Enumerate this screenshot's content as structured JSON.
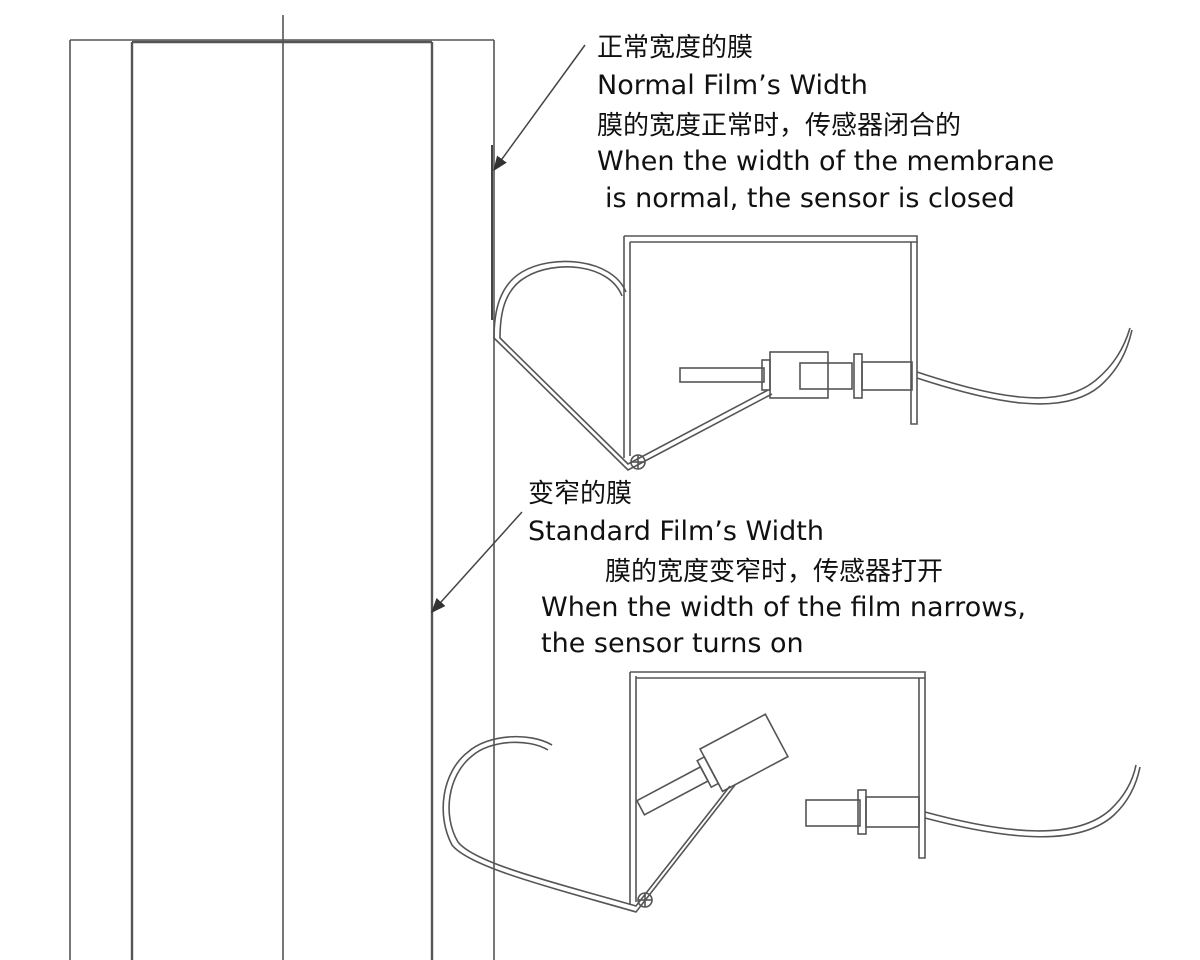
{
  "annotations": {
    "normal": {
      "title_cn": "正常宽度的膜",
      "title_en": "Normal Film’s Width",
      "desc_cn": "膜的宽度正常时，传感器闭合的",
      "desc_en_line1": "When the width of the membrane",
      "desc_en_line2": "is normal, the sensor is closed"
    },
    "narrow": {
      "title_cn": "变窄的膜",
      "title_en": "Standard Film’s Width",
      "desc_cn": "膜的宽度变窄时，传感器打开",
      "desc_en_line1": "When the width of the film narrows,",
      "desc_en_line2": "the sensor turns on"
    }
  },
  "colors": {
    "line": "#444444",
    "text": "#111111",
    "background": "#ffffff"
  }
}
